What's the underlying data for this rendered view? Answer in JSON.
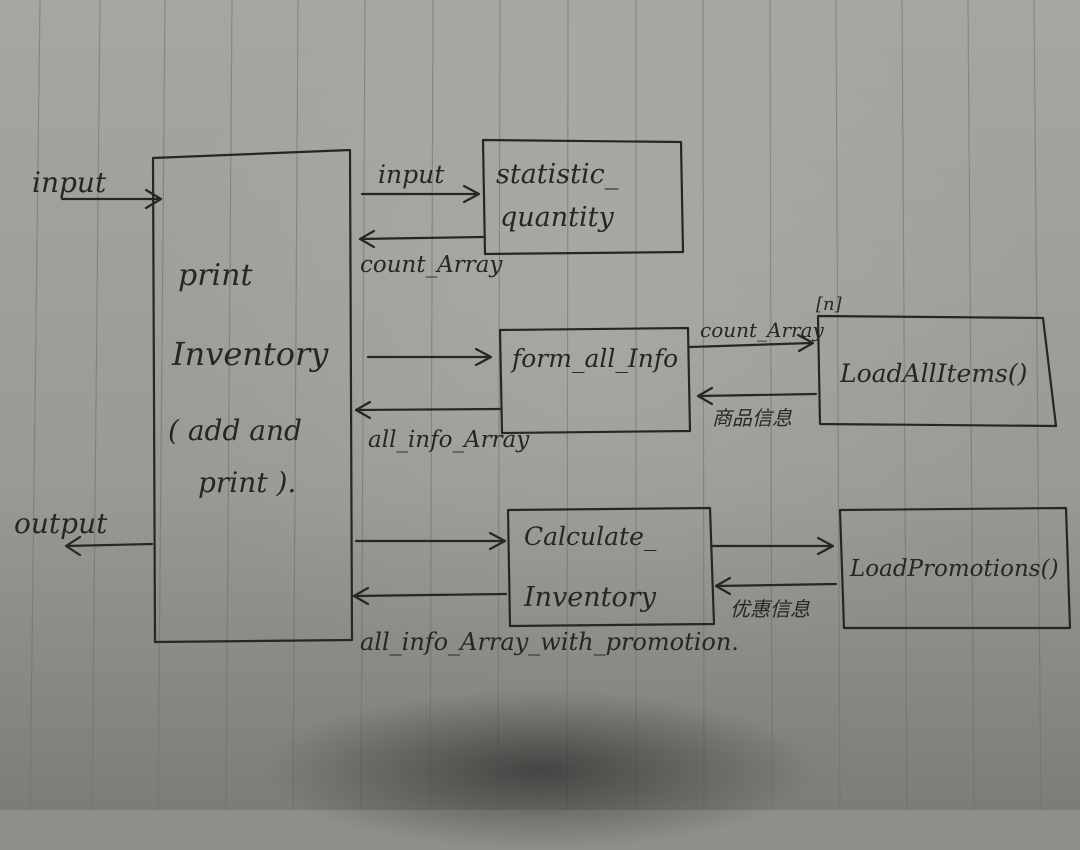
{
  "external": {
    "input_label": "input",
    "output_label": "output"
  },
  "nodes": {
    "main": {
      "line1": "print",
      "line2": "Inventory",
      "line3": "( add and",
      "line4": "print )."
    },
    "stat": {
      "line1": "statistic_",
      "line2": "quantity"
    },
    "form": {
      "label": "form_all_Info"
    },
    "loadall": {
      "label": "LoadAllItems()"
    },
    "calc": {
      "line1": "Calculate_",
      "line2": "Inventory"
    },
    "loadpromo": {
      "label": "LoadPromotions()"
    }
  },
  "edges": {
    "to_stat": "input",
    "from_stat": "count_Array",
    "form_to_load": "count_Array",
    "form_to_load_suffix": "[n]",
    "load_to_form": "商品信息",
    "from_form": "all_info_Array",
    "promo_to_calc": "优惠信息",
    "from_calc": "all_info_Array_with_promotion."
  },
  "colors": {
    "ink": "#262626",
    "paper": "#a3a29d"
  }
}
